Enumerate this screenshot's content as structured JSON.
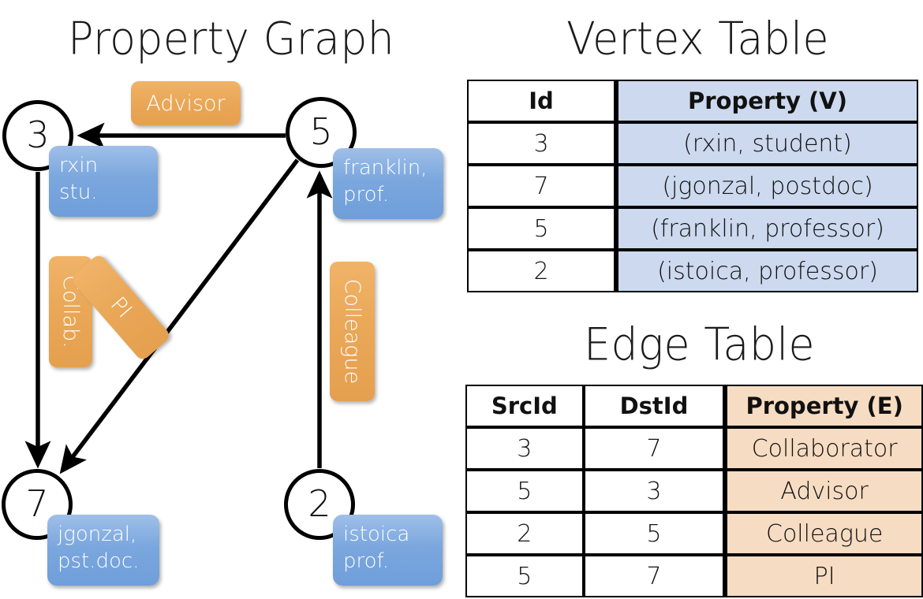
{
  "titles": {
    "property_graph": "Property Graph",
    "vertex_table": "Vertex Table",
    "edge_table": "Edge Table"
  },
  "graph": {
    "nodes": [
      {
        "id": "3",
        "label": "3",
        "property_lines": [
          "rxin",
          "stu."
        ]
      },
      {
        "id": "5",
        "label": "5",
        "property_lines": [
          "franklin,",
          "prof."
        ]
      },
      {
        "id": "7",
        "label": "7",
        "property_lines": [
          "jgonzal,",
          "pst.doc."
        ]
      },
      {
        "id": "2",
        "label": "2",
        "property_lines": [
          "istoica",
          "prof."
        ]
      }
    ],
    "edge_labels": [
      {
        "name": "advisor",
        "text": "Advisor"
      },
      {
        "name": "collab",
        "text": "Collab."
      },
      {
        "name": "pi",
        "text": "PI"
      },
      {
        "name": "colleague",
        "text": "Colleague"
      }
    ]
  },
  "vertex_table": {
    "headers": [
      "Id",
      "Property (V)"
    ],
    "rows": [
      {
        "id": "3",
        "property": "(rxin, student)"
      },
      {
        "id": "7",
        "property": "(jgonzal, postdoc)"
      },
      {
        "id": "5",
        "property": "(franklin, professor)"
      },
      {
        "id": "2",
        "property": "(istoica, professor)"
      }
    ]
  },
  "edge_table": {
    "headers": [
      "SrcId",
      "DstId",
      "Property (E)"
    ],
    "rows": [
      {
        "src": "3",
        "dst": "7",
        "property": "Collaborator"
      },
      {
        "src": "5",
        "dst": "3",
        "property": "Advisor"
      },
      {
        "src": "2",
        "dst": "5",
        "property": "Colleague"
      },
      {
        "src": "5",
        "dst": "7",
        "property": "PI"
      }
    ]
  },
  "colors": {
    "vertex_bubble": "#7ba7de",
    "edge_bubble": "#e9a757",
    "vertex_table_fill": "#ccd9ee",
    "edge_table_fill": "#f6dcc2",
    "stroke": "#000000"
  }
}
